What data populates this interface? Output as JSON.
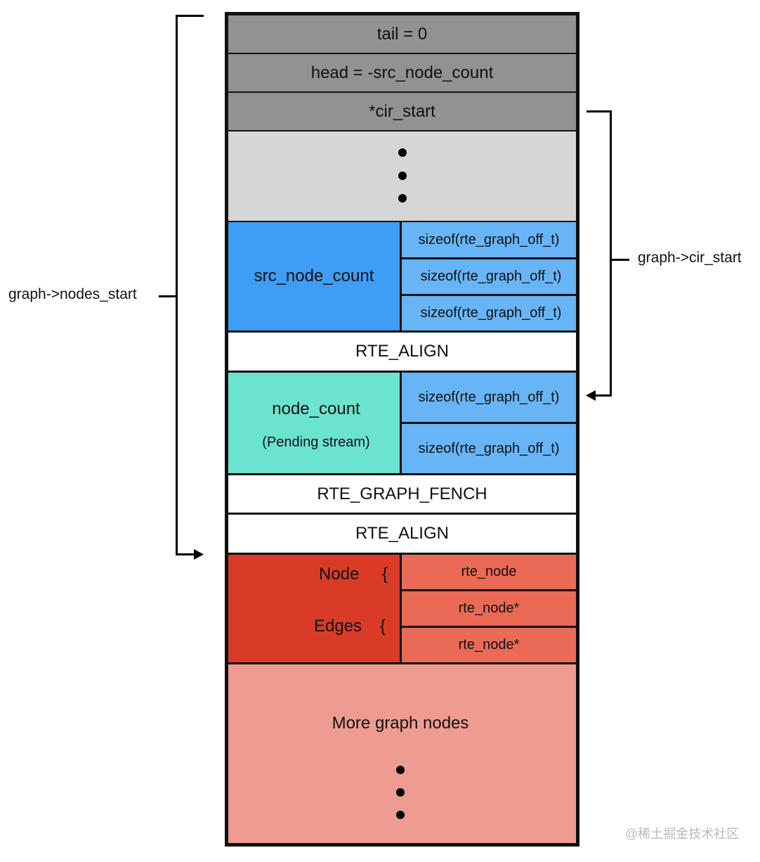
{
  "colors": {
    "header_gray": "#929292",
    "dots_gray": "#d6d6d6",
    "src_blue": "#3e9df5",
    "offset_blue": "#67b5f6",
    "node_count_teal": "#6ae3cf",
    "node_red": "#d93b27",
    "rte_node_salmon": "#ea6a55",
    "more_nodes_pink": "#ee9c92",
    "white": "#ffffff"
  },
  "blocks": {
    "tail": "tail = 0",
    "head": "head = -src_node_count",
    "cir_start": "*cir_start",
    "src_node_count": "src_node_count",
    "src_offsets": [
      "sizeof(rte_graph_off_t)",
      "sizeof(rte_graph_off_t)",
      "sizeof(rte_graph_off_t)"
    ],
    "rte_align_1": "RTE_ALIGN",
    "node_count": "node_count",
    "pending_stream": "(Pending stream)",
    "node_count_offsets": [
      "sizeof(rte_graph_off_t)",
      "sizeof(rte_graph_off_t)"
    ],
    "rte_graph_fench": "RTE_GRAPH_FENCH",
    "rte_align_2": "RTE_ALIGN",
    "node_label": "Node",
    "edges_label": "Edges",
    "brace": "{",
    "rte_node": "rte_node",
    "rte_node_ptrs": [
      "rte_node*",
      "rte_node*"
    ],
    "more_graph_nodes": "More graph nodes"
  },
  "annotations": {
    "nodes_start": "graph->nodes_start",
    "cir_start": "graph->cir_start"
  },
  "watermark": "@稀土掘金技术社区"
}
